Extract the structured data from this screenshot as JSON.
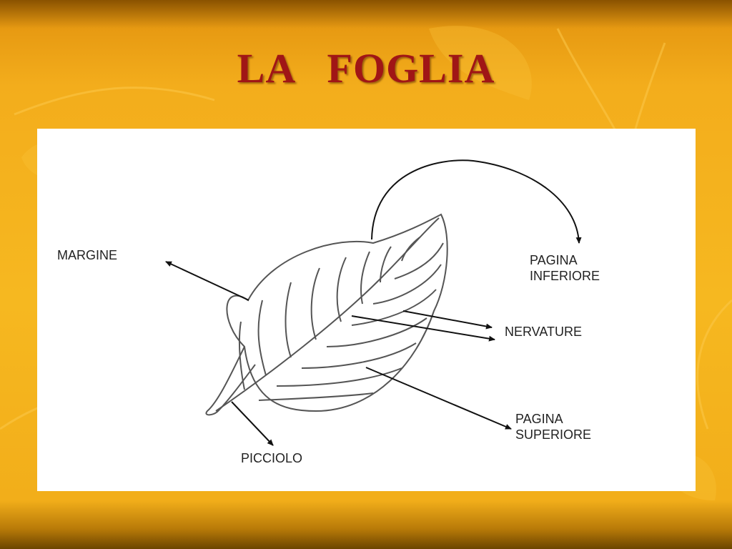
{
  "slide": {
    "title": "LA   FOGLIA"
  },
  "colors": {
    "title": "#a01616",
    "background": "#f3ad1c",
    "panel": "#ffffff",
    "ink": "#222222"
  },
  "diagram": {
    "labels": {
      "margine": "MARGINE",
      "pagina_inferiore_1": "PAGINA",
      "pagina_inferiore_2": "INFERIORE",
      "nervature": "NERVATURE",
      "pagina_superiore_1": "PAGINA",
      "pagina_superiore_2": "SUPERIORE",
      "picciolo": "PICCIOLO"
    }
  }
}
